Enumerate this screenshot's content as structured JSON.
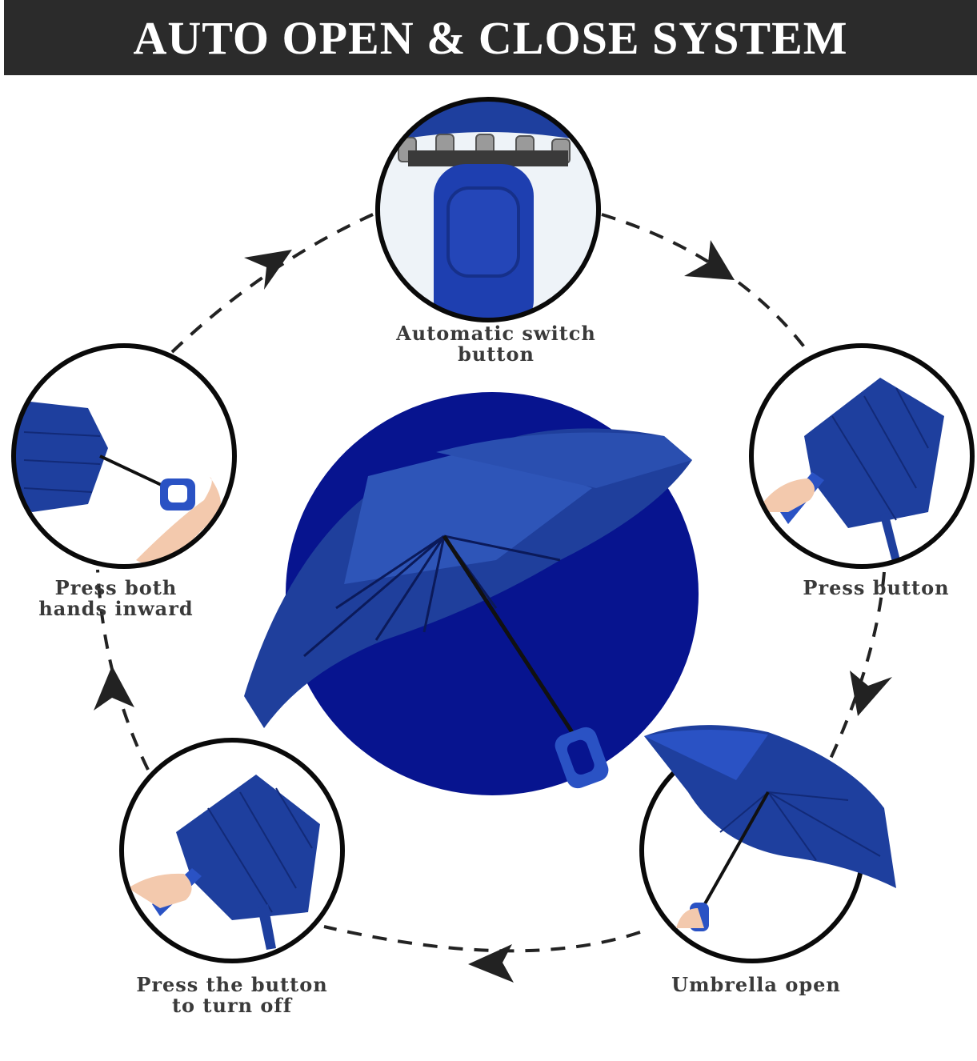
{
  "header": {
    "title": "AUTO OPEN & CLOSE SYSTEM"
  },
  "steps": {
    "switch": {
      "line1": "Automatic switch",
      "line2": "button"
    },
    "press_button": {
      "line1": "Press button"
    },
    "open": {
      "line1": "Umbrella open"
    },
    "turn_off": {
      "line1": "Press the button",
      "line2": "to turn off"
    },
    "press_inward": {
      "line1": "Press both",
      "line2": "hands inward"
    }
  },
  "colors": {
    "header_bg": "#2b2b2b",
    "umbrella_blue": "#1f3f9c",
    "disc_navy": "#07148f",
    "circle_stroke": "#0a0a0a"
  },
  "icons": [
    "arrow-icon",
    "umbrella-icon",
    "handle-icon",
    "hand-icon"
  ]
}
